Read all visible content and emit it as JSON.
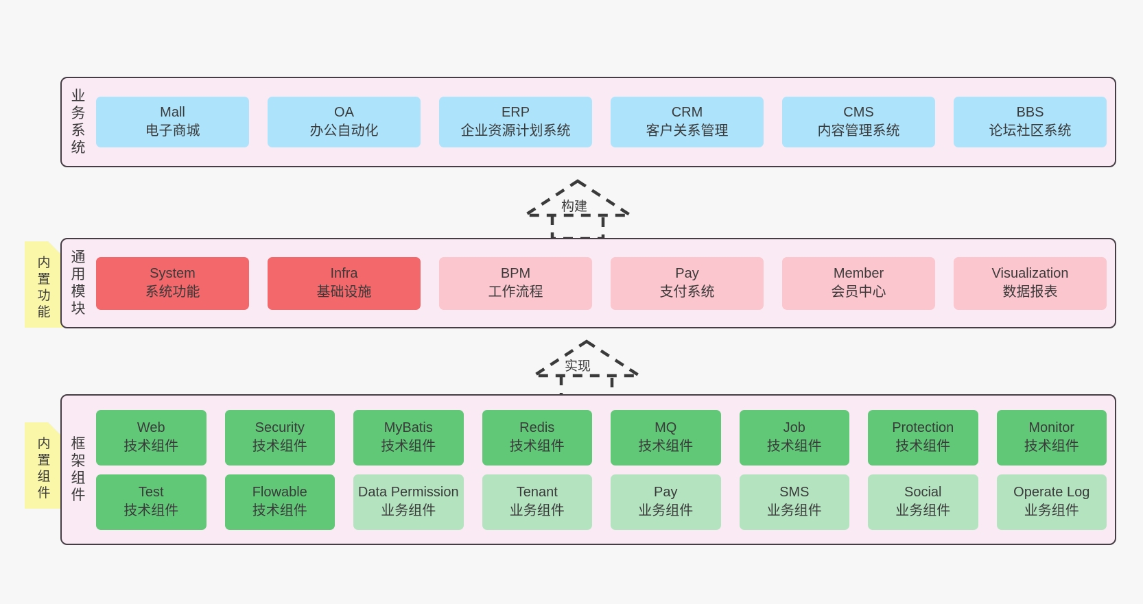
{
  "diagram": {
    "background_color": "#f7f7f7",
    "layer_fill": "#faeaf4",
    "layer_border": "#453c44"
  },
  "layers": [
    {
      "id": "business",
      "label": "业\n务\n系\n统",
      "rows": [
        {
          "cards": [
            {
              "en": "Mall",
              "cn": "电子商城",
              "color": "#ade3fb",
              "style": "c-blue"
            },
            {
              "en": "OA",
              "cn": "办公自动化",
              "color": "#ade3fb",
              "style": "c-blue"
            },
            {
              "en": "ERP",
              "cn": "企业资源计划系统",
              "color": "#ade3fb",
              "style": "c-blue"
            },
            {
              "en": "CRM",
              "cn": "客户关系管理",
              "color": "#ade3fb",
              "style": "c-blue"
            },
            {
              "en": "CMS",
              "cn": "内容管理系统",
              "color": "#ade3fb",
              "style": "c-blue"
            },
            {
              "en": "BBS",
              "cn": "论坛社区系统",
              "color": "#ade3fb",
              "style": "c-blue"
            }
          ]
        }
      ]
    },
    {
      "id": "common",
      "label": "通\n用\n模\n块",
      "rows": [
        {
          "cards": [
            {
              "en": "System",
              "cn": "系统功能",
              "color": "#f2686b",
              "style": "c-red"
            },
            {
              "en": "Infra",
              "cn": "基础设施",
              "color": "#f2686b",
              "style": "c-red"
            },
            {
              "en": "BPM",
              "cn": "工作流程",
              "color": "#fbc6cd",
              "style": "c-pink"
            },
            {
              "en": "Pay",
              "cn": "支付系统",
              "color": "#fbc6cd",
              "style": "c-pink"
            },
            {
              "en": "Member",
              "cn": "会员中心",
              "color": "#fbc6cd",
              "style": "c-pink"
            },
            {
              "en": "Visualization",
              "cn": "数据报表",
              "color": "#fbc6cd",
              "style": "c-pink"
            }
          ]
        }
      ]
    },
    {
      "id": "framework",
      "label": "框\n架\n组\n件",
      "rows": [
        {
          "cards": [
            {
              "en": "Web",
              "cn": "技术组件",
              "color": "#61c878",
              "style": "c-green"
            },
            {
              "en": "Security",
              "cn": "技术组件",
              "color": "#61c878",
              "style": "c-green"
            },
            {
              "en": "MyBatis",
              "cn": "技术组件",
              "color": "#61c878",
              "style": "c-green"
            },
            {
              "en": "Redis",
              "cn": "技术组件",
              "color": "#61c878",
              "style": "c-green"
            },
            {
              "en": "MQ",
              "cn": "技术组件",
              "color": "#61c878",
              "style": "c-green"
            },
            {
              "en": "Job",
              "cn": "技术组件",
              "color": "#61c878",
              "style": "c-green"
            },
            {
              "en": "Protection",
              "cn": "技术组件",
              "color": "#61c878",
              "style": "c-green"
            },
            {
              "en": "Monitor",
              "cn": "技术组件",
              "color": "#61c878",
              "style": "c-green"
            }
          ]
        },
        {
          "cards": [
            {
              "en": "Test",
              "cn": "技术组件",
              "color": "#61c878",
              "style": "c-green"
            },
            {
              "en": "Flowable",
              "cn": "技术组件",
              "color": "#61c878",
              "style": "c-green"
            },
            {
              "en": "Data Permission",
              "cn": "业务组件",
              "color": "#b4e4bf",
              "style": "c-lightgreen",
              "wrap": true
            },
            {
              "en": "Tenant",
              "cn": "业务组件",
              "color": "#b4e4bf",
              "style": "c-lightgreen"
            },
            {
              "en": "Pay",
              "cn": "业务组件",
              "color": "#b4e4bf",
              "style": "c-lightgreen"
            },
            {
              "en": "SMS",
              "cn": "业务组件",
              "color": "#b4e4bf",
              "style": "c-lightgreen"
            },
            {
              "en": "Social",
              "cn": "业务组件",
              "color": "#b4e4bf",
              "style": "c-lightgreen"
            },
            {
              "en": "Operate Log",
              "cn": "业务组件",
              "color": "#b4e4bf",
              "style": "c-lightgreen"
            }
          ]
        }
      ]
    }
  ],
  "notes": [
    {
      "id": "functions",
      "text": "内\n置\n功\n能",
      "color": "#fbf7a8"
    },
    {
      "id": "components",
      "text": "内\n置\n组\n件",
      "color": "#fbf7a8"
    }
  ],
  "connectors": [
    {
      "id": "build",
      "label": "构建",
      "from": "common",
      "to": "business",
      "style": "dashed-generalization"
    },
    {
      "id": "impl",
      "label": "实现",
      "from": "framework",
      "to": "common",
      "style": "dashed-generalization"
    }
  ]
}
